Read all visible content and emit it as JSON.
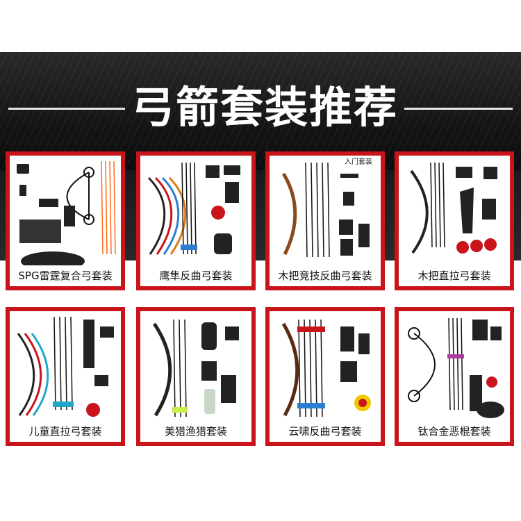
{
  "page": {
    "title": "弓箭套装推荐",
    "accent_color": "#c8141a",
    "banner_color": "#151515"
  },
  "cards": [
    {
      "label": "SPG雷霆复合弓套装",
      "image": "compound-bow-kit-icon"
    },
    {
      "label": "鹰隼反曲弓套装",
      "image": "recurve-bow-kit-icon"
    },
    {
      "label": "木把竞技反曲弓套装",
      "image": "wood-competition-recurve-kit-icon",
      "tag": "入门套装"
    },
    {
      "label": "木把直拉弓套装",
      "image": "wood-longbow-kit-icon"
    },
    {
      "label": "儿童直拉弓套装",
      "image": "kids-longbow-kit-icon"
    },
    {
      "label": "美猎渔猎套装",
      "image": "fishing-hunting-kit-icon"
    },
    {
      "label": "云啸反曲弓套装",
      "image": "cloud-recurve-kit-icon"
    },
    {
      "label": "钛合金恶棍套装",
      "image": "titanium-compound-kit-icon"
    }
  ]
}
